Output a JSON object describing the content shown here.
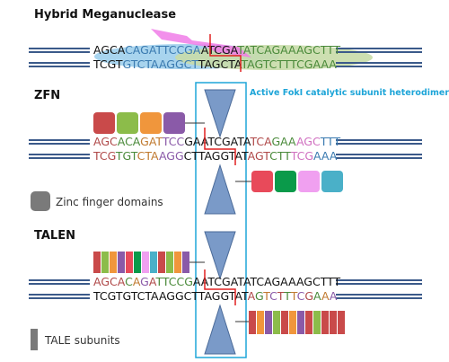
{
  "sections": {
    "meganuclease": {
      "title": "Hybrid Meganuclease",
      "top_strand": [
        "AGCA",
        "CAGATTCCGA",
        "ATCGA",
        "TATCAGAAAGCTTT"
      ],
      "bottom_strand": [
        "TCGT",
        "GTCTAAGGCT",
        "TAGCTA",
        "TAGTCTTTCGAAA"
      ]
    },
    "zfn": {
      "title": "ZFN",
      "dimer_label": "Active FokI catalytic subunit heterodimer",
      "top_strand": [
        "AGC",
        "ACA",
        "GAT",
        "TCC",
        "GAATCGATA",
        "TCA",
        "GAA",
        "AGC",
        "TTT"
      ],
      "bottom_strand": [
        "TCG",
        "TGT",
        "CTA",
        "AGG",
        "CTTAGGTAT",
        "AGT",
        "CTT",
        "TCG",
        "AAA"
      ],
      "legend_label": "Zinc finger domains"
    },
    "talen": {
      "title": "TALEN",
      "top_strand": [
        "AGCA",
        "C",
        "A",
        "G",
        "A",
        "TTCCG",
        "AATCGATATCAGAAAGCTTT"
      ],
      "bottom_strand": [
        "TCGTGTCTAAGGCTTAGGTAT",
        "A",
        "G",
        "T",
        "C",
        "T",
        "T",
        "T",
        "C",
        "G",
        "A",
        "A",
        "A"
      ],
      "legend_label": "TALE subunits"
    }
  },
  "colors": {
    "dna": "#3b5a8a",
    "dimer_box": "#1ea5d8",
    "foki": "#7a9ac8",
    "meganuclease_pink": "#f07ce8",
    "meganuclease_blue": "#a8d4ee",
    "meganuclease_green": "#c8dca8",
    "cut": "#e02020",
    "seq_colors": [
      "#b04a4a",
      "#4a8a3a",
      "#c07a30",
      "#8a5aa8",
      "#3a7ab0",
      "#d070c0"
    ]
  }
}
